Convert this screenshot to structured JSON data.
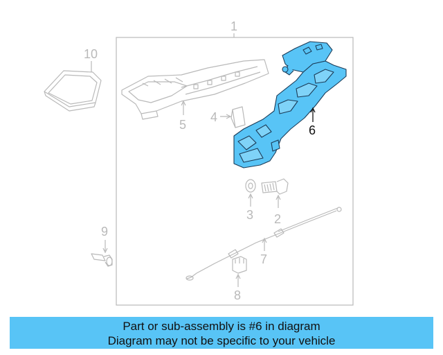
{
  "callouts": {
    "c1": "1",
    "c2": "2",
    "c3": "3",
    "c4": "4",
    "c5": "5",
    "c6": "6",
    "c7": "7",
    "c8": "8",
    "c9": "9",
    "c10": "10"
  },
  "highlight_part": "6",
  "colors": {
    "highlight": "#58c4f6",
    "part_outline": "#b9b9b9",
    "banner_bg": "#58c4f6"
  },
  "banner": {
    "line1": "Part or sub-assembly is #6 in diagram",
    "line2": "Diagram may not be specific to your vehicle"
  }
}
